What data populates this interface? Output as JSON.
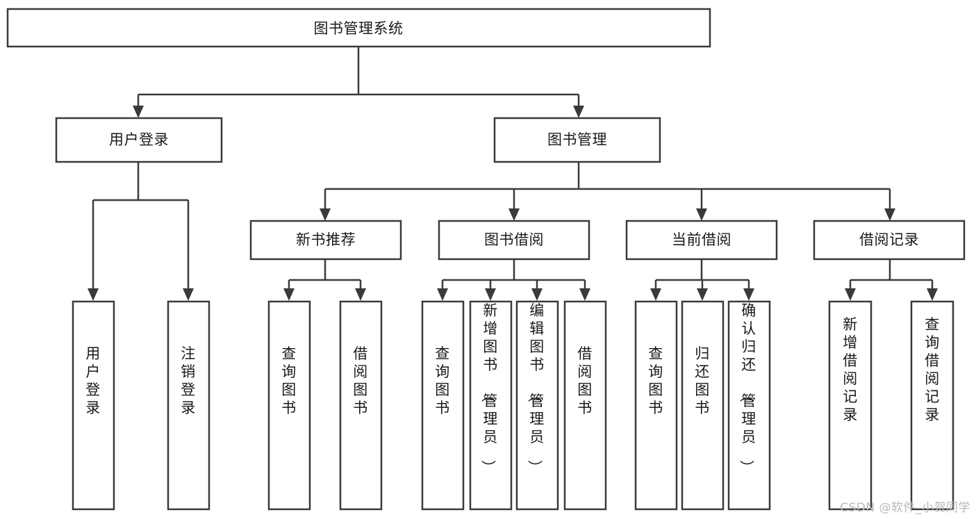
{
  "diagram": {
    "title": "图书管理系统",
    "watermark": "CSDN @软件_小贺同学",
    "colors": {
      "stroke": "#3a3a3a",
      "box_fill": "#ffffff",
      "text": "#1a1a1a",
      "background": "#ffffff",
      "watermark": "#b9b9b9"
    },
    "root": {
      "label": "图书管理系统"
    },
    "level1": [
      {
        "label": "用户登录"
      },
      {
        "label": "图书管理"
      }
    ],
    "level2": [
      {
        "label": "新书推荐"
      },
      {
        "label": "图书借阅"
      },
      {
        "label": "当前借阅"
      },
      {
        "label": "借阅记录"
      }
    ],
    "leaves": {
      "user_login": [
        {
          "label": "用户登录"
        },
        {
          "label": "注销登录"
        }
      ],
      "new_book_recommend": [
        {
          "label": "查询图书"
        },
        {
          "label": "借阅图书"
        }
      ],
      "book_borrow": [
        {
          "label": "查询图书"
        },
        {
          "label": "新增图书（管理员）"
        },
        {
          "label": "编辑图书（管理员）"
        },
        {
          "label": "借阅图书"
        }
      ],
      "current_borrow": [
        {
          "label": "查询图书"
        },
        {
          "label": "归还图书"
        },
        {
          "label": "确认归还（管理员）"
        }
      ],
      "borrow_record": [
        {
          "label": "新增借阅记录"
        },
        {
          "label": "查询借阅记录"
        }
      ]
    }
  }
}
